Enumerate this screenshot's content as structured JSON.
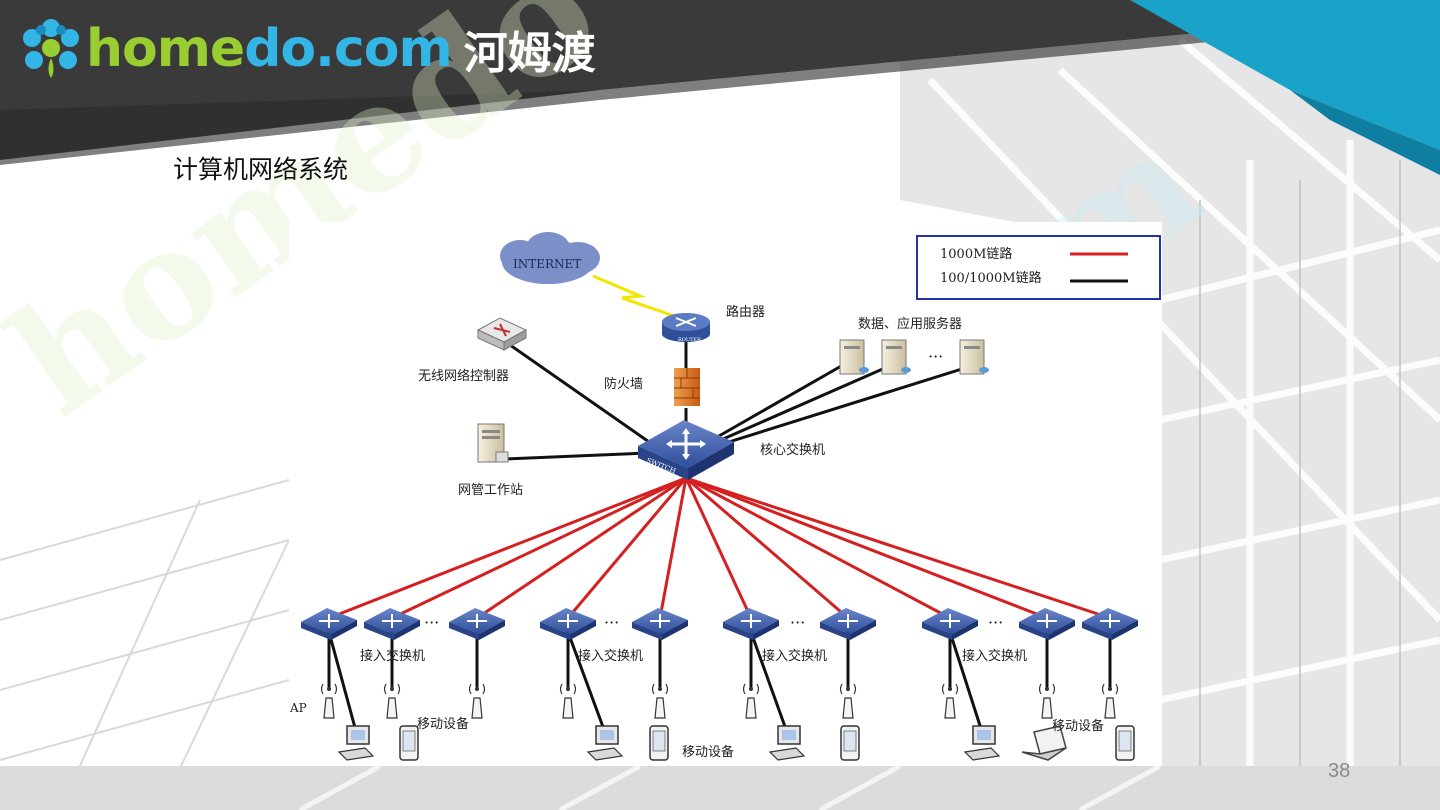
{
  "header": {
    "logo_text_a": "home",
    "logo_text_b": "do.com",
    "logo_cn": "河姆渡"
  },
  "slide": {
    "title": "计算机网络系统",
    "page_number": "38"
  },
  "diagram": {
    "legend": [
      {
        "label": "1000M链路",
        "color": "#d42020"
      },
      {
        "label": "100/1000M链路",
        "color": "#111111"
      }
    ],
    "cloud_label": "INTERNET",
    "router_label": "路由器",
    "router_icon_text": "ROUTER",
    "firewall_label": "防火墙",
    "wlc_label": "无线网络控制器",
    "core_label": "核心交换机",
    "core_icon_text": "SWITCH",
    "servers_label": "数据、应用服务器",
    "nms_label": "网管工作站",
    "access_labels": [
      "接入交换机",
      "接入交换机",
      "接入交换机",
      "接入交换机"
    ],
    "ap_label": "AP",
    "mobile_labels": [
      "移动设备",
      "移动设备",
      "移动设备"
    ],
    "ellipsis": "···"
  },
  "colors": {
    "header_dark": "#3a3a3a",
    "teal": "#1aa3c9",
    "logo_green": "#9acd32",
    "logo_blue": "#33b5e5"
  }
}
